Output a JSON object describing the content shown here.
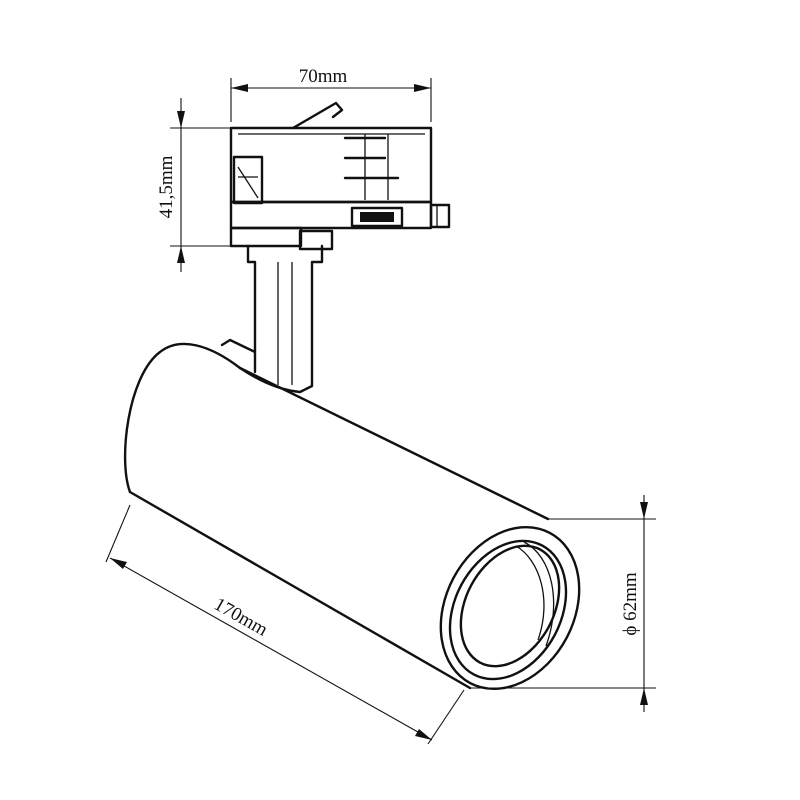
{
  "diagram": {
    "subject": "track-mounted cylindrical spotlight, technical line drawing",
    "line_color": "#111111",
    "background": "#ffffff"
  },
  "dimensions": {
    "width_top": "70mm",
    "height_adapter": "41,5mm",
    "length_body": "170mm",
    "diameter": "ϕ 62mm"
  }
}
